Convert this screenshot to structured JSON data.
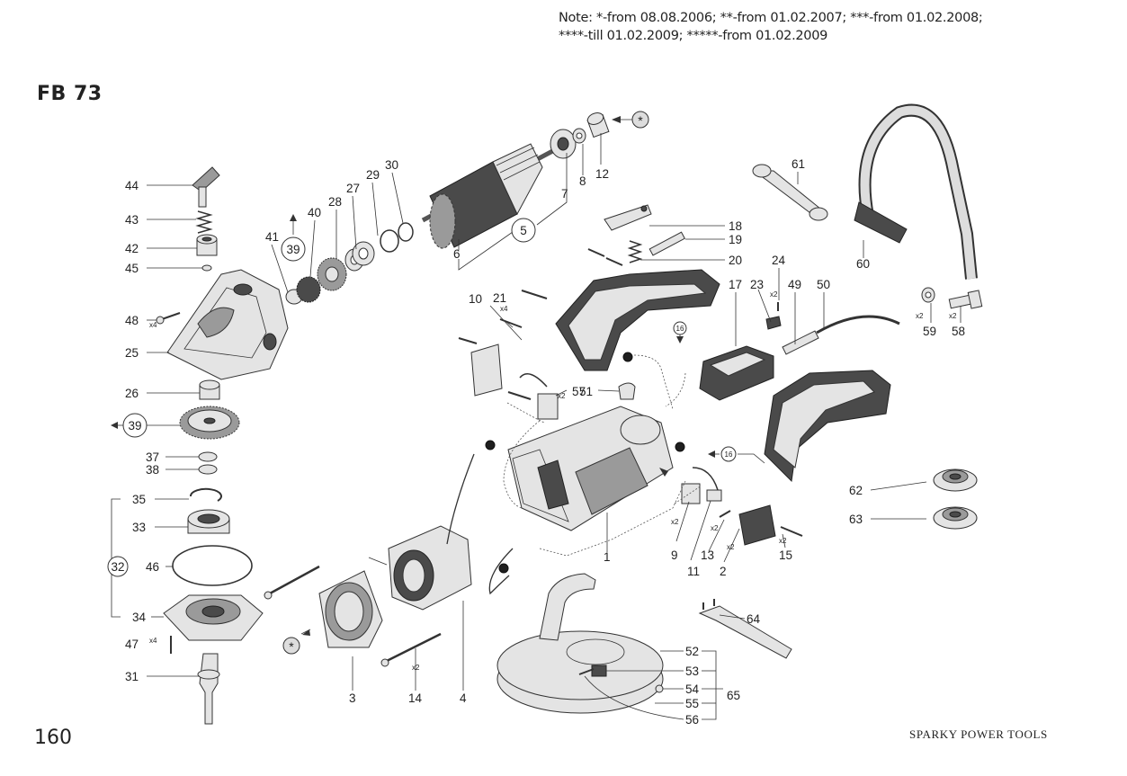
{
  "note": {
    "line1": "Note: *-from 08.08.2006; **-from 01.02.2007; ***-from 01.02.2008;",
    "line2": "****-till 01.02.2009; *****-from 01.02.2009"
  },
  "model": "FB 73",
  "page_number": "160",
  "brand": "SPARKY POWER TOOLS",
  "callouts": {
    "c1": "1",
    "c2": "2",
    "c3": "3",
    "c4": "4",
    "c5": "5",
    "c6": "6",
    "c7": "7",
    "c8": "8",
    "c9": "9",
    "c10": "10",
    "c11": "11",
    "c12": "12",
    "c13": "13",
    "c14": "14",
    "c15": "15",
    "c16": "16",
    "c17": "17",
    "c18": "18",
    "c19": "19",
    "c20": "20",
    "c21": "21",
    "c23": "23",
    "c24": "24",
    "c25": "25",
    "c26": "26",
    "c27": "27",
    "c28": "28",
    "c29": "29",
    "c30": "30",
    "c31": "31",
    "c32": "32",
    "c33": "33",
    "c34": "34",
    "c35": "35",
    "c37": "37",
    "c38": "38",
    "c39": "39",
    "c40": "40",
    "c41": "41",
    "c42": "42",
    "c43": "43",
    "c44": "44",
    "c45": "45",
    "c46": "46",
    "c47": "47",
    "c48": "48",
    "c49": "49",
    "c50": "50",
    "c51": "51",
    "c52": "52",
    "c53": "53",
    "c54": "54",
    "c55": "55",
    "c56": "56",
    "c57": "57",
    "c58": "58",
    "c59": "59",
    "c60": "60",
    "c61": "61",
    "c62": "62",
    "c63": "63",
    "c64": "64",
    "c65": "65"
  },
  "qty": {
    "x2": "x2",
    "x4": "x4"
  },
  "star": "*",
  "icons": [
    "star-circle-icon",
    "dot-marker-icon"
  ]
}
